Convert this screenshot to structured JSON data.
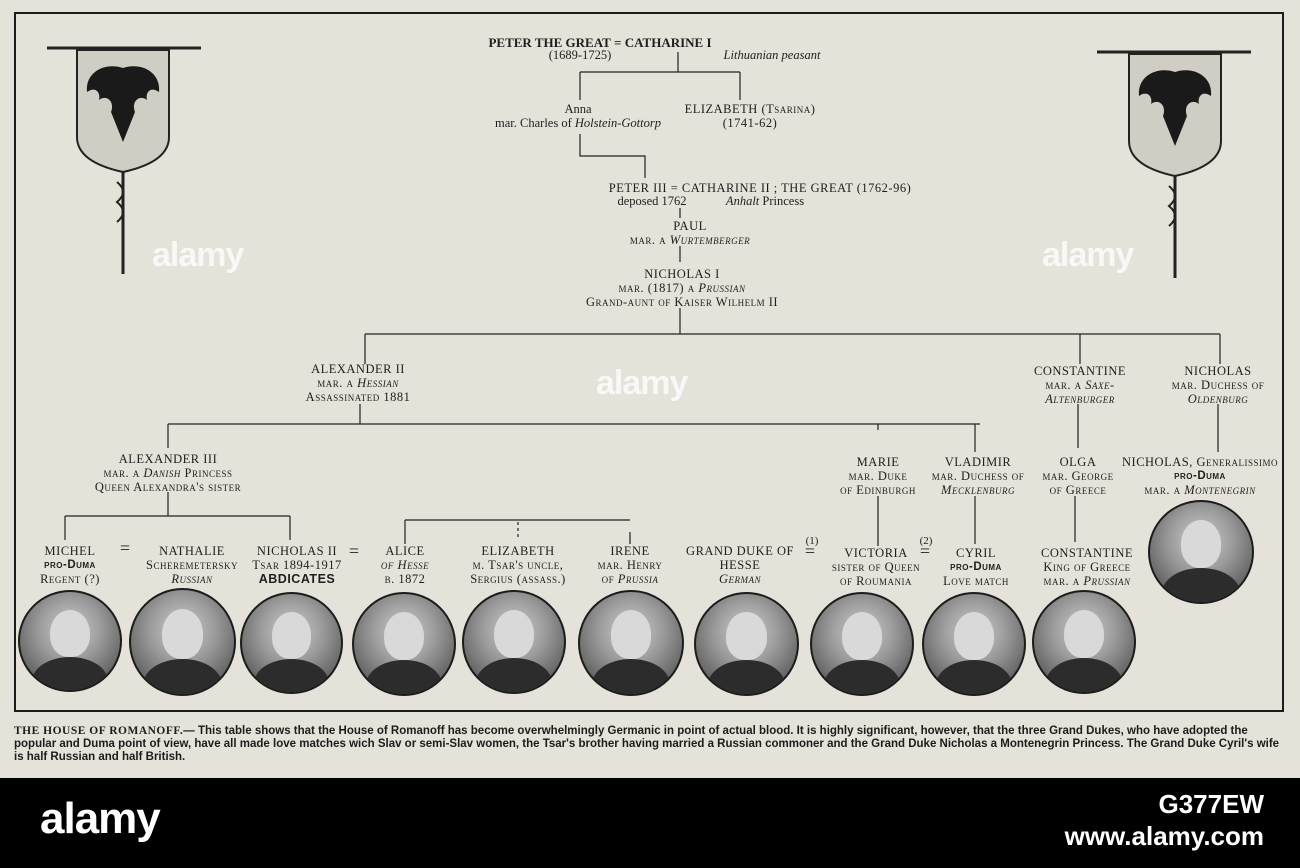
{
  "tree": {
    "peter_great": "PETER THE GREAT",
    "eq": "=",
    "catharine_i": "CATHARINE I",
    "peter_dates": "(1689-1725)",
    "catharine_desc": "Lithuanian peasant",
    "anna_name": "Anna",
    "anna_mar_prefix": "mar. Charles of",
    "anna_mar_place": "Holstein-Gottorp",
    "elizabeth_name": "ELIZABETH (Tsarina)",
    "elizabeth_dates": "(1741-62)",
    "peter3": "PETER III",
    "catharine2": "CATHARINE II ; THE GREAT (1762-96)",
    "peter3_note": "deposed 1762",
    "catharine2_note_it": "Anhalt",
    "catharine2_note": "Princess",
    "paul": "PAUL",
    "paul_mar_prefix": "mar. a",
    "paul_mar": "Wurtemberger",
    "nicholas1": "NICHOLAS I",
    "nicholas1_mar_prefix": "mar. (1817) a",
    "nicholas1_mar": "Prussian",
    "nicholas1_note": "Grand-aunt of Kaiser Wilhelm II",
    "alexander2": "ALEXANDER II",
    "alexander2_mar_prefix": "mar. a",
    "alexander2_mar": "Hessian",
    "alexander2_note": "Assassinated 1881",
    "constantine": "CONSTANTINE",
    "constantine_mar_prefix": "mar. a",
    "constantine_mar1": "Saxe-",
    "constantine_mar2": "Altenburger",
    "nicholas_gd": "NICHOLAS",
    "nicholas_gd_mar": "mar. Duchess of",
    "nicholas_gd_place": "Oldenburg",
    "alexander3": "ALEXANDER III",
    "alexander3_mar_prefix": "mar. a",
    "alexander3_mar_it": "Danish",
    "alexander3_mar": "Princess",
    "alexander3_note": "Queen Alexandra's sister",
    "marie": "MARIE",
    "marie_mar": "mar. Duke",
    "marie_place": "of Edinburgh",
    "vladimir": "VLADIMIR",
    "vladimir_mar": "mar. Duchess of",
    "vladimir_place": "Mecklenburg",
    "olga": "OLGA",
    "olga_mar": "mar. George",
    "olga_place": "of Greece",
    "nicholas_gen": "NICHOLAS, Generalissimo",
    "nicholas_gen_pro": "pro-Duma",
    "nicholas_gen_mar_prefix": "mar. a",
    "nicholas_gen_mar": "Montenegrin",
    "michel": "MICHEL",
    "michel_pro": "pro-Duma",
    "michel_note": "Regent (?)",
    "nathalie": "NATHALIE",
    "nathalie_name": "Scheremetersky",
    "nathalie_desc": "Russian",
    "nicholas2": "NICHOLAS II",
    "nicholas2_dates": "Tsar 1894-1917",
    "nicholas2_abd": "ABDICATES",
    "alice": "ALICE",
    "alice_of": "of Hesse",
    "alice_born": "b. 1872",
    "elizabeth2": "ELIZABETH",
    "elizabeth2_note": "m. Tsar's uncle,",
    "elizabeth2_note2": "Sergius (assass.)",
    "irene": "IRENE",
    "irene_mar": "mar. Henry",
    "irene_of_prefix": "of",
    "irene_of": "Prussia",
    "gdhesse": "GRAND DUKE OF",
    "gdhesse2": "HESSE",
    "gdhesse_desc": "German",
    "num1": "(1)",
    "num2": "(2)",
    "victoria": "VICTORIA",
    "victoria_note": "sister of Queen",
    "victoria_note2": "of Roumania",
    "cyril": "CYRIL",
    "cyril_pro": "pro-Duma",
    "cyril_note": "Love match",
    "constantine2": "CONSTANTINE",
    "constantine2_note": "King of Greece",
    "constantine2_mar_prefix": "mar. a",
    "constantine2_mar": "Prussian"
  },
  "caption": {
    "lead": "THE HOUSE OF ROMANOFF.",
    "text": "— This table shows that the House of Romanoff has become overwhelmingly Germanic in point of actual blood. It is highly significant, however, that the three Grand Dukes, who have adopted the popular and Duma point of view, have all made love matches wich Slav or semi-Slav women, the Tsar's brother having married a Russian commoner and the Grand Duke Nicholas a Montenegrin Princess. The Grand Duke Cyril's wife is half Russian and half British."
  },
  "watermark": "alamy",
  "footer": {
    "logo": "alamy",
    "image_id": "G377EW",
    "site": "www.alamy.com"
  }
}
